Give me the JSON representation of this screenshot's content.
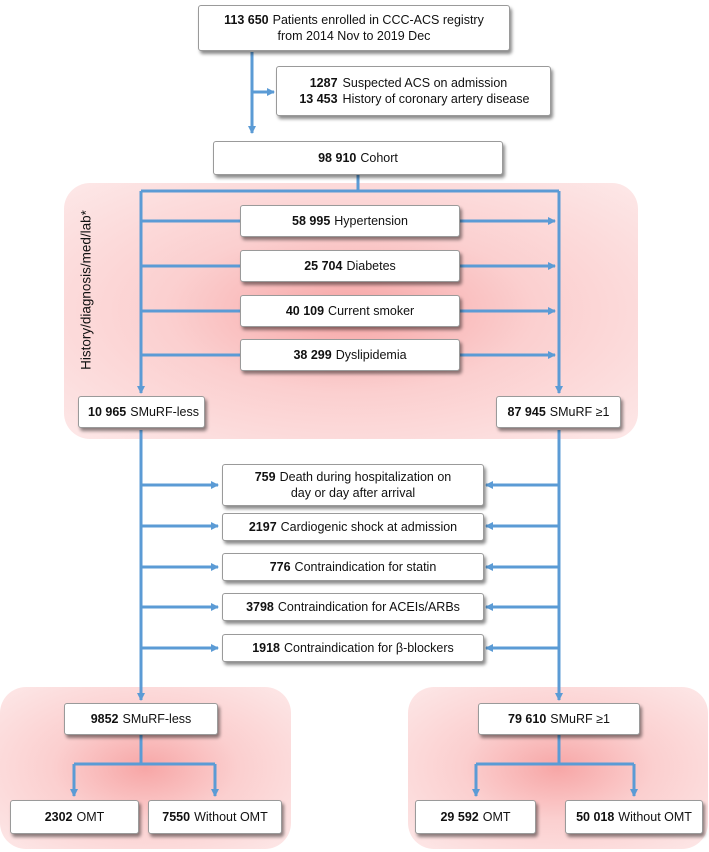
{
  "enrolled": {
    "count": "113 650",
    "line1": "Patients enrolled in CCC-ACS registry",
    "line2": "from 2014 Nov to 2019 Dec"
  },
  "exclusions1": [
    {
      "count": "1287",
      "label": "Suspected ACS on admission"
    },
    {
      "count": "13 453",
      "label": "History of coronary artery disease"
    }
  ],
  "cohort": {
    "count": "98 910",
    "label": "Cohort"
  },
  "side_label": "History/diagnosis/med/lab*",
  "risk_factors": [
    {
      "count": "58 995",
      "label": "Hypertension"
    },
    {
      "count": "25 704",
      "label": "Diabetes"
    },
    {
      "count": "40 109",
      "label": "Current smoker"
    },
    {
      "count": "38 299",
      "label": "Dyslipidemia"
    }
  ],
  "smurf_less": {
    "count": "10 965",
    "label": "SMuRF-less"
  },
  "smurf_ge1": {
    "count": "87 945",
    "label": "SMuRF ≥1"
  },
  "exclusions2": [
    {
      "count": "759",
      "label": "Death during hospitalization on",
      "label2": "day or day after arrival"
    },
    {
      "count": "2197",
      "label": "Cardiogenic shock at admission"
    },
    {
      "count": "776",
      "label": "Contraindication for statin"
    },
    {
      "count": "3798",
      "label": "Contraindication for ACEIs/ARBs"
    },
    {
      "count": "1918",
      "label": "Contraindication for β-blockers"
    }
  ],
  "final_left": {
    "group": {
      "count": "9852",
      "label": "SMuRF-less"
    },
    "omt": {
      "count": "2302",
      "label": "OMT"
    },
    "without": {
      "count": "7550",
      "label": "Without OMT"
    }
  },
  "final_right": {
    "group": {
      "count": "79 610",
      "label": "SMuRF ≥1"
    },
    "omt": {
      "count": "29 592",
      "label": "OMT"
    },
    "without": {
      "count": "50 018",
      "label": "Without OMT"
    }
  },
  "colors": {
    "arrow": "#5b9bd5",
    "panel": "#f7a6a6",
    "box_border": "#9a9a9a"
  }
}
